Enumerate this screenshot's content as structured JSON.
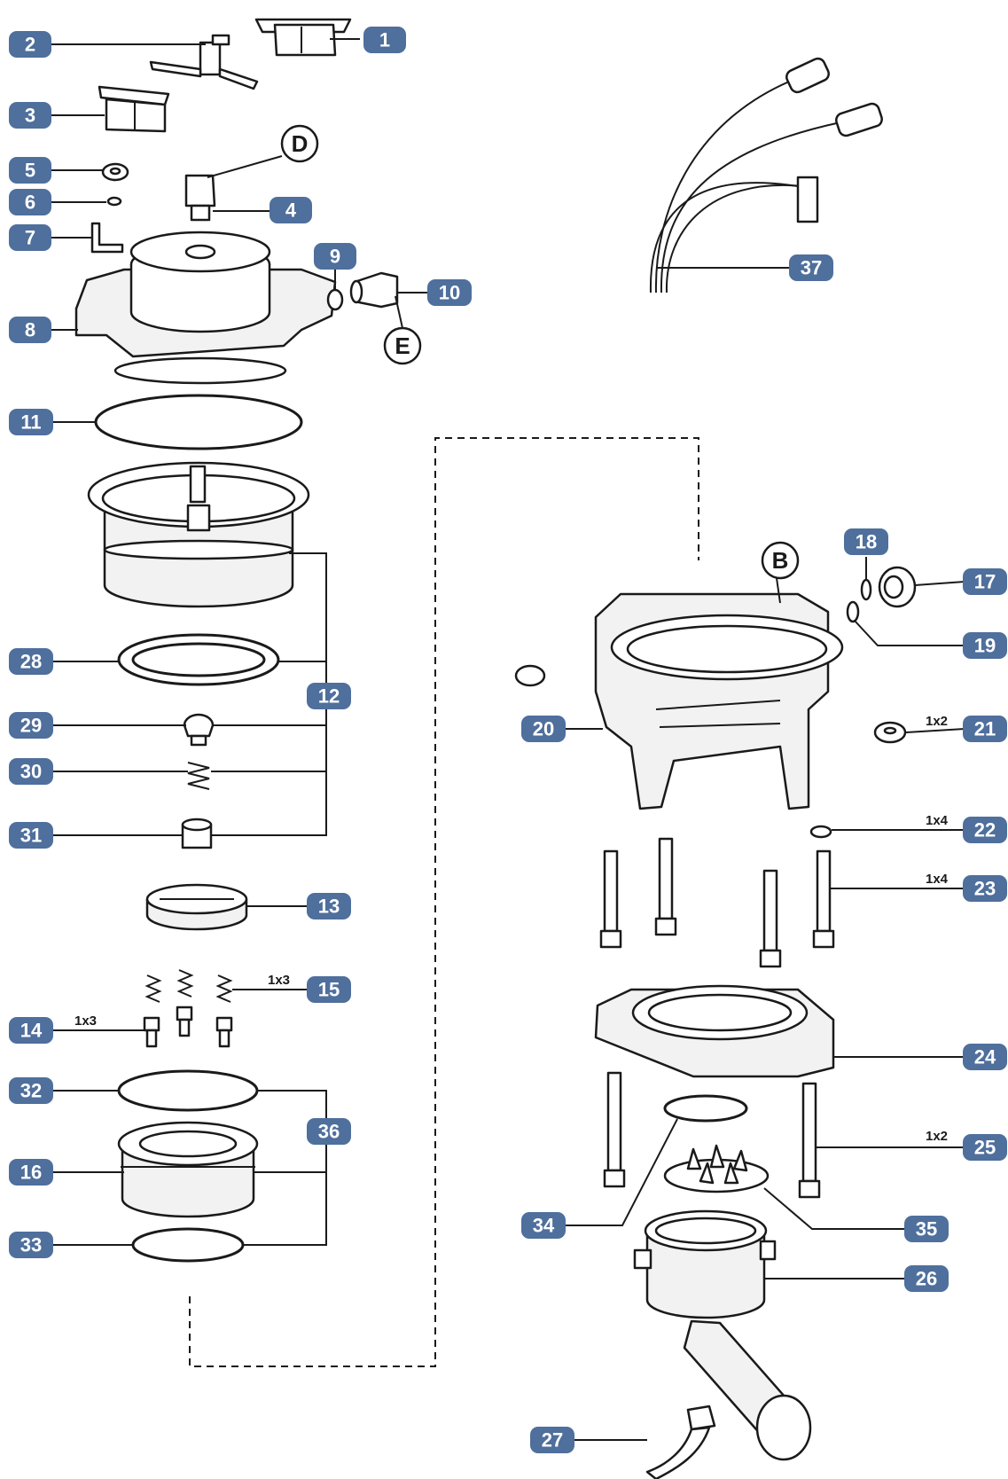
{
  "badges": {
    "b1": "1",
    "b2": "2",
    "b3": "3",
    "b4": "4",
    "b5": "5",
    "b6": "6",
    "b7": "7",
    "b8": "8",
    "b9": "9",
    "b10": "10",
    "b11": "11",
    "b12": "12",
    "b13": "13",
    "b14": "14",
    "b15": "15",
    "b16": "16",
    "b17": "17",
    "b18": "18",
    "b19": "19",
    "b20": "20",
    "b21": "21",
    "b22": "22",
    "b23": "23",
    "b24": "24",
    "b25": "25",
    "b26": "26",
    "b27": "27",
    "b28": "28",
    "b29": "29",
    "b30": "30",
    "b31": "31",
    "b32": "32",
    "b33": "33",
    "b34": "34",
    "b35": "35",
    "b36": "36",
    "b37": "37"
  },
  "callouts": {
    "d": "D",
    "e": "E",
    "b": "B"
  },
  "quantities": {
    "q14": "1x3",
    "q15": "1x3",
    "q21": "1x2",
    "q22": "1x4",
    "q23": "1x4",
    "q25": "1x2"
  },
  "colors": {
    "badge_fill": "#4f6f9c",
    "badge_text": "#ffffff",
    "line": "#1a1a1a"
  }
}
